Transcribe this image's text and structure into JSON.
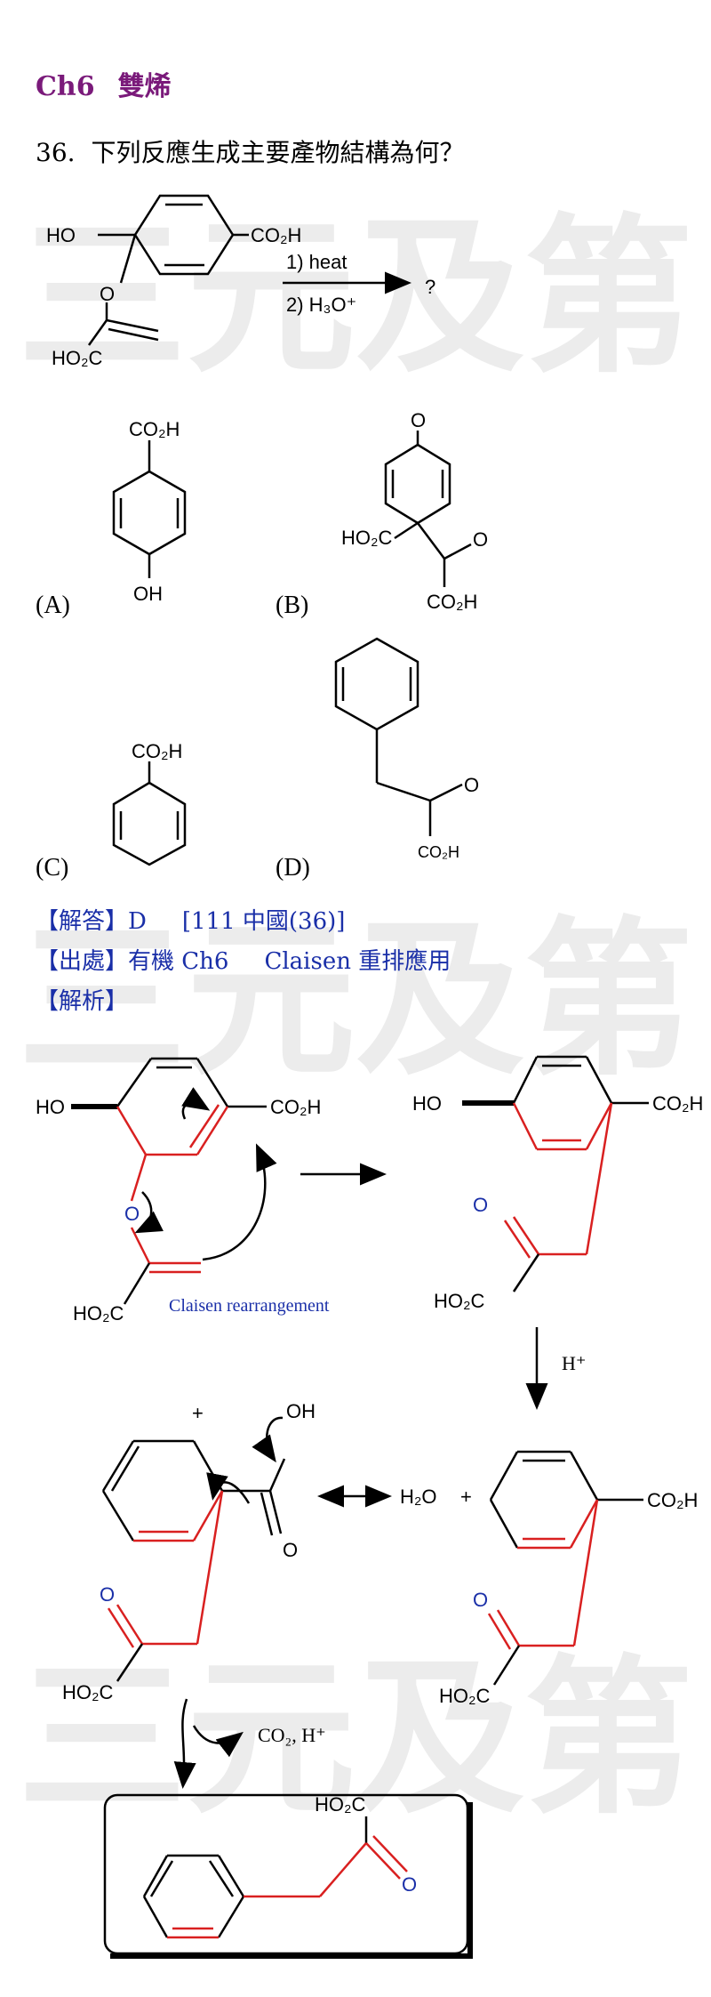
{
  "watermark": {
    "text": "三元及第",
    "color": "#e8e8e8"
  },
  "header": {
    "chapter": "Ch6",
    "topic": "雙烯"
  },
  "question": {
    "number": "36.",
    "text": "下列反應生成主要產物結構為何？"
  },
  "reaction": {
    "groups": {
      "ho": "HO",
      "co2h": "CO₂H",
      "o": "O",
      "ho2c": "HO₂C"
    },
    "step1": "1) heat",
    "step2": "2) H₃O⁺",
    "product": "?"
  },
  "options": {
    "a": {
      "label": "(A)",
      "co2h": "CO₂H",
      "oh": "OH"
    },
    "b": {
      "label": "(B)",
      "o_top": "O",
      "ho2c": "HO₂C",
      "o_side": "O",
      "co2h": "CO₂H"
    },
    "c": {
      "label": "(C)",
      "co2h": "CO₂H"
    },
    "d": {
      "label": "(D)",
      "o": "O",
      "co2h": "CO₂H"
    }
  },
  "answer": {
    "label": "【解答】",
    "value": "D",
    "source": "[111 中國(36)]"
  },
  "origin": {
    "label": "【出處】",
    "value": "有機 Ch6",
    "topic": "Claisen 重排應用"
  },
  "analysis": {
    "label": "【解析】"
  },
  "mechanism": {
    "start": {
      "ho": "HO",
      "co2h": "CO₂H",
      "o": "O",
      "ho2c": "HO₂C",
      "note": "Claisen rearrangement"
    },
    "intermediate": {
      "ho": "HO",
      "co2h": "CO₂H",
      "o": "O",
      "ho2c": "HO₂C"
    },
    "acid": "H⁺",
    "cation": {
      "plus": "+",
      "oh": "OH",
      "o": "O",
      "ho2c": "HO₂C"
    },
    "equilibrium": {
      "h2o": "H₂O",
      "plus": "+"
    },
    "dienone": {
      "co2h": "CO₂H",
      "o": "O",
      "ho2c": "HO₂C"
    },
    "loss": {
      "text": "CO₂, H⁺"
    },
    "final": {
      "ho2c": "HO₂C",
      "o": "O"
    }
  }
}
